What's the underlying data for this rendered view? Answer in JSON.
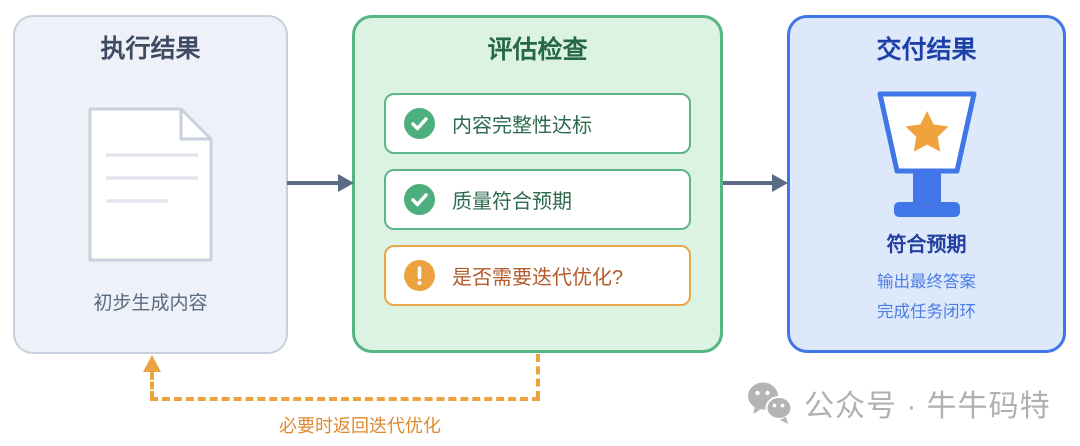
{
  "panels": {
    "execution": {
      "title": "执行结果",
      "caption": "初步生成内容"
    },
    "evaluation": {
      "title": "评估检查",
      "checks": [
        {
          "label": "内容完整性达标",
          "status": "pass"
        },
        {
          "label": "质量符合预期",
          "status": "pass"
        },
        {
          "label": "是否需要迭代优化?",
          "status": "warning"
        }
      ]
    },
    "delivery": {
      "title": "交付结果",
      "result": "符合预期",
      "details": [
        "输出最终答案",
        "完成任务闭环"
      ]
    }
  },
  "feedback": {
    "label": "必要时返回迭代优化"
  },
  "watermark": {
    "text": "公众号 · 牛牛码特"
  },
  "colors": {
    "execution_bg": "#eef1f7",
    "execution_border": "#c8d0de",
    "execution_title": "#3f4b63",
    "evaluation_bg": "#dcf2e3",
    "evaluation_border": "#56b583",
    "evaluation_title": "#266749",
    "check_green": "#4caf7d",
    "warning_orange": "#eba23f",
    "warning_text": "#b35b2b",
    "delivery_bg": "#dde8fb",
    "delivery_border": "#4076e8",
    "delivery_title": "#1d3fa8",
    "detail_blue": "#4d7ce8",
    "star_orange": "#f0a33c",
    "arrow_gray": "#5b6b85",
    "feedback_orange": "#e08a30",
    "watermark_gray": "#b0b0b0"
  }
}
